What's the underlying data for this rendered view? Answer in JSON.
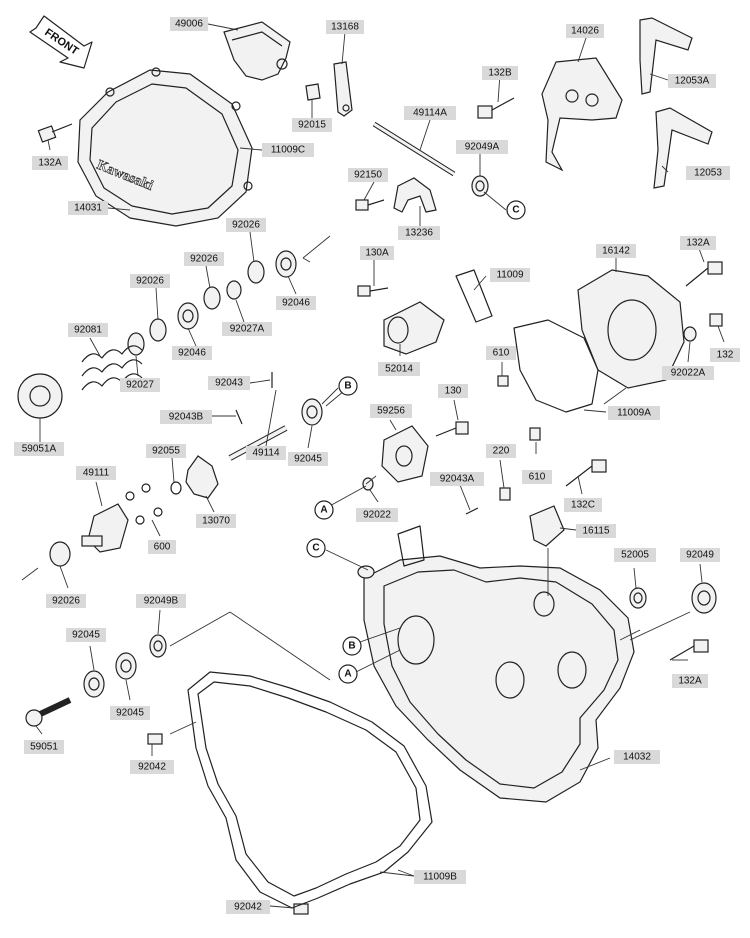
{
  "front_label": "FRONT",
  "brand_text": "Kawasaki",
  "parts": [
    {
      "id": "49006"
    },
    {
      "id": "13168"
    },
    {
      "id": "14026"
    },
    {
      "id": "12053A"
    },
    {
      "id": "12053"
    },
    {
      "id": "132A"
    },
    {
      "id": "132A"
    },
    {
      "id": "132A"
    },
    {
      "id": "132B"
    },
    {
      "id": "132"
    },
    {
      "id": "132C"
    },
    {
      "id": "11009C"
    },
    {
      "id": "14031"
    },
    {
      "id": "92015"
    },
    {
      "id": "49114A"
    },
    {
      "id": "92049A"
    },
    {
      "id": "92150"
    },
    {
      "id": "13236"
    },
    {
      "id": "92026"
    },
    {
      "id": "92026"
    },
    {
      "id": "92026"
    },
    {
      "id": "92026"
    },
    {
      "id": "92046"
    },
    {
      "id": "92046"
    },
    {
      "id": "92027A"
    },
    {
      "id": "92027"
    },
    {
      "id": "92081"
    },
    {
      "id": "59051A"
    },
    {
      "id": "92043"
    },
    {
      "id": "92043B"
    },
    {
      "id": "49114"
    },
    {
      "id": "92045"
    },
    {
      "id": "92045"
    },
    {
      "id": "92045"
    },
    {
      "id": "92055"
    },
    {
      "id": "49111"
    },
    {
      "id": "13070"
    },
    {
      "id": "600"
    },
    {
      "id": "130A"
    },
    {
      "id": "11009"
    },
    {
      "id": "52014"
    },
    {
      "id": "16142"
    },
    {
      "id": "610"
    },
    {
      "id": "610"
    },
    {
      "id": "92022A"
    },
    {
      "id": "130"
    },
    {
      "id": "11009A"
    },
    {
      "id": "59256"
    },
    {
      "id": "220"
    },
    {
      "id": "92043A"
    },
    {
      "id": "92022"
    },
    {
      "id": "16115"
    },
    {
      "id": "52005"
    },
    {
      "id": "92049"
    },
    {
      "id": "92049B"
    },
    {
      "id": "59051"
    },
    {
      "id": "92042"
    },
    {
      "id": "92042"
    },
    {
      "id": "14032"
    },
    {
      "id": "11009B"
    }
  ],
  "refs": [
    "A",
    "A",
    "B",
    "B",
    "C",
    "C"
  ]
}
